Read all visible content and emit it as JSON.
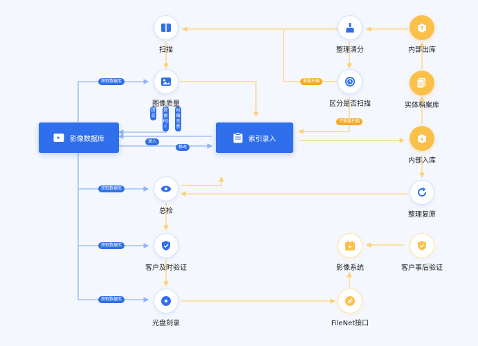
{
  "nodes": {
    "scan": "扫描",
    "image_quality": "图像质量",
    "index_entry": "索引录入",
    "image_db": "影像数据库",
    "general_check": "总检",
    "customer_verify": "客户及时验证",
    "disc_burn": "光盘刻录",
    "sort_clear": "整理清分",
    "distinguish_scan": "区分是否扫描",
    "internal_out": "内部出库",
    "physical_archive": "实体档案库",
    "internal_in": "内部入库",
    "reorganize_restore": "整理复原",
    "image_system": "影像系统",
    "customer_post_verify": "客户事后验证",
    "filenet": "FileNet接口"
  },
  "pills": {
    "get_db_1": "获取数据库",
    "get_db_2": "获取数据库",
    "get_db_3": "获取数据库",
    "get_db_4": "获取数据库",
    "enter": "录入",
    "modify": "修改",
    "need_scan": "需要扫描",
    "no_scan": "不需要扫描",
    "submit": "提交",
    "pdf": "数据PDF",
    "correct": "纠偏去黑"
  },
  "colors": {
    "primary": "#2f6feb",
    "accent": "#fbc04a",
    "line_blue": "#8fb4f5",
    "line_orange": "#fbd27a",
    "background": "#f4f7fd"
  }
}
